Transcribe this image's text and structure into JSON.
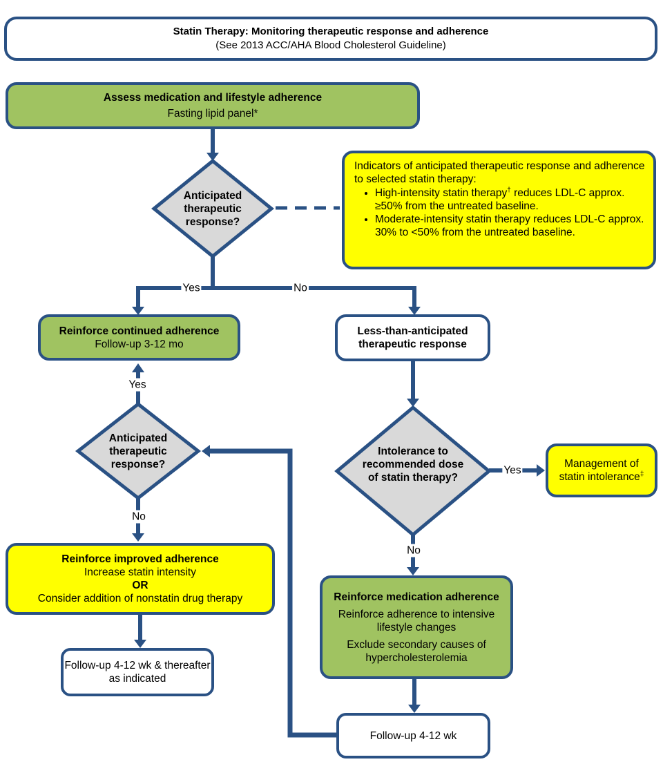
{
  "palette": {
    "blue": "#2a5184",
    "green": "#a0c361",
    "yellow": "#ffff00",
    "gray": "#d9d9d9"
  },
  "title": {
    "line1": "Statin Therapy: Monitoring therapeutic response and adherence",
    "line2": "(See 2013 ACC/AHA Blood Cholesterol Guideline)"
  },
  "labels": {
    "yes": "Yes",
    "no": "No"
  },
  "nodes": {
    "assess": {
      "title": "Assess medication and lifestyle adherence",
      "subtitle": "Fasting lipid panel*"
    },
    "diamond_response_1": {
      "text": "Anticipated therapeutic response?"
    },
    "indicators": {
      "intro": "Indicators of anticipated therapeutic response and adherence to selected statin therapy:",
      "bullet1_pre": "High-intensity statin therapy",
      "bullet1_sup": "†",
      "bullet1_post": " reduces LDL-C approx. ≥50% from the untreated baseline.",
      "bullet2": "Moderate-intensity statin therapy reduces LDL-C approx. 30% to <50% from the untreated baseline."
    },
    "reinforce_continued": {
      "title": "Reinforce continued adherence",
      "subtitle": "Follow-up 3-12 mo"
    },
    "less_than_anticipated": {
      "text": "Less-than-anticipated therapeutic response"
    },
    "diamond_response_2": {
      "text": "Anticipated therapeutic response?"
    },
    "diamond_intolerance": {
      "text": "Intolerance to recommended dose of statin therapy?"
    },
    "management": {
      "text_pre": "Management of statin intolerance",
      "text_sup": "‡"
    },
    "reinforce_improved": {
      "title": "Reinforce improved adherence",
      "line2": "Increase statin intensity",
      "or": "OR",
      "line4": "Consider addition of nonstatin drug therapy"
    },
    "followup_thereafter": {
      "text": "Follow-up 4-12 wk & thereafter as indicated"
    },
    "reinforce_medication": {
      "title": "Reinforce medication adherence",
      "para1": "Reinforce adherence to intensive lifestyle changes",
      "para2": "Exclude secondary causes of hypercholesterolemia"
    },
    "followup_412": {
      "text": "Follow-up 4-12 wk"
    }
  }
}
